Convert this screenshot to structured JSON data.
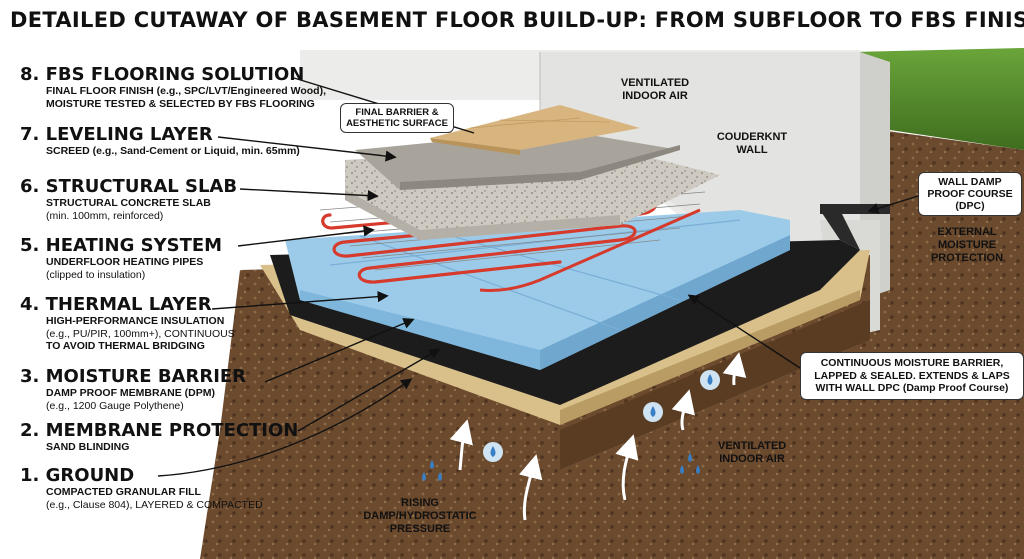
{
  "title": "DETAILED CUTAWAY OF BASEMENT FLOOR BUILD-UP: FROM SUBFLOOR TO FBS FINISH",
  "layers": [
    {
      "heading": "8. FBS FLOORING SOLUTION",
      "lines": [
        "FINAL FLOOR FINISH (e.g., SPC/LVT/Engineered Wood),",
        "MOISTURE TESTED & SELECTED BY FBS FLOORING"
      ]
    },
    {
      "heading": "7. LEVELING LAYER",
      "lines": [
        "SCREED (e.g., Sand-Cement or Liquid, min. 65mm)"
      ]
    },
    {
      "heading": "6. STRUCTURAL SLAB",
      "lines": [
        "STRUCTURAL CONCRETE SLAB",
        "(min. 100mm, reinforced)"
      ]
    },
    {
      "heading": "5. HEATING SYSTEM",
      "lines": [
        "UNDERFLOOR HEATING PIPES",
        "(clipped to insulation)"
      ]
    },
    {
      "heading": "4. THERMAL LAYER",
      "lines": [
        "HIGH-PERFORMANCE INSULATION",
        "(e.g., PU/PIR, 100mm+), CONTINUOUS",
        "TO AVOID THERMAL BRIDGING"
      ]
    },
    {
      "heading": "3. MOISTURE BARRIER",
      "lines": [
        "DAMP PROOF MEMBRANE (DPM)",
        "(e.g., 1200 Gauge Polythene)"
      ]
    },
    {
      "heading": "2. MEMBRANE PROTECTION",
      "lines": [
        "SAND BLINDING"
      ]
    },
    {
      "heading": "1. GROUND",
      "lines": [
        "COMPACTED GRANULAR FILL",
        "(e.g., Clause 804), LAYERED & COMPACTED"
      ]
    }
  ],
  "callouts": {
    "final_barrier": "FINAL BARRIER & AESTHETIC SURFACE",
    "ventilated_top": "VENTILATED INDOOR AIR",
    "concrete_wall": "COUDERKNT WALL",
    "wall_dpc": "WALL DAMP PROOF COURSE (DPC)",
    "external_moisture": "EXTERNAL MOISTURE PROTECTION",
    "continuous_barrier": "CONTINUOUS MOISTURE BARRIER, LAPPED & SEALED. EXTENDS & LAPS WITH WALL DPC (Damp Proof Course)",
    "ventilated_bottom": "VENTILATED INDOOR AIR",
    "rising_damp": "RISING DAMP/HYDROSTATIC PRESSURE"
  },
  "colors": {
    "soil": "#6b4a2e",
    "sand": "#d9c08a",
    "dpm": "#1c1c1c",
    "insulation": "#9ccbea",
    "pipes": "#d63a2c",
    "concrete": "#c9c5bd",
    "screed": "#a9a49b",
    "wood": "#d8b57e",
    "wall": "#e3e3e1",
    "grass": "#5a8f2e"
  }
}
